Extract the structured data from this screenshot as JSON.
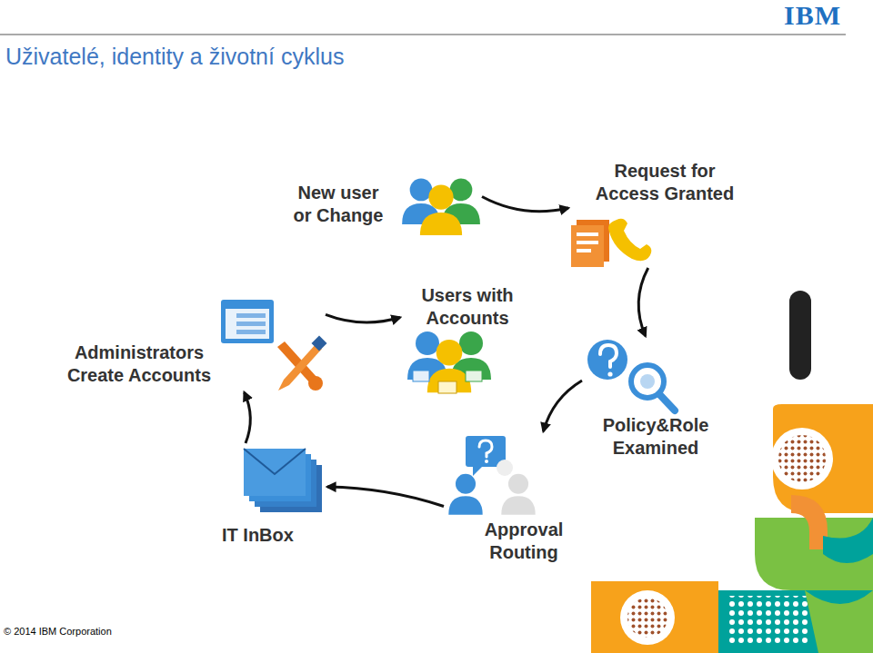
{
  "diagram": {
    "title": "Uživatelé, identity a životní cyklus",
    "nodes": [
      {
        "text": [
          "New user or Change"
        ]
      },
      {
        "text": [
          "Request for Access Granted"
        ]
      },
      {
        "text": [
          "Users with Accounts"
        ]
      },
      {
        "text": [
          "Administrators Create Accounts"
        ]
      },
      {
        "text": [
          "Policy&Role Examined"
        ]
      },
      {
        "text": [
          "IT InBox"
        ]
      },
      {
        "text": [
          "Approval Routing"
        ]
      }
    ],
    "edges": [
      {
        "from": 0,
        "to": 1,
        "arrow": "to"
      },
      {
        "from": 1,
        "to": 4,
        "arrow": "to"
      },
      {
        "from": 4,
        "to": 6,
        "arrow": "to"
      },
      {
        "from": 6,
        "to": 5,
        "arrow": "to"
      },
      {
        "from": 5,
        "to": 3,
        "arrow": "to"
      },
      {
        "from": 3,
        "to": 2,
        "arrow": "to"
      }
    ],
    "labels": [
      "IBM",
      "© 2014 IBM Corporation"
    ]
  }
}
